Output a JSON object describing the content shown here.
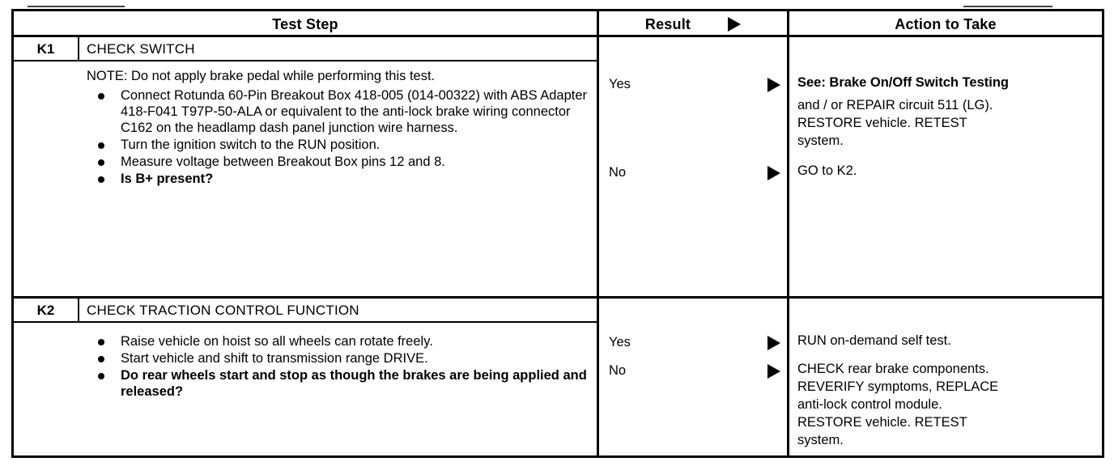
{
  "document": {
    "type": "diagnostic-pinpoint-test-table",
    "columns": {
      "test_step": "Test Step",
      "result": "Result",
      "action": "Action to Take",
      "result_arrow_icon": "solid-right-triangle"
    }
  },
  "rows": [
    {
      "id": "K1",
      "step_id": "K1",
      "title": "CHECK SWITCH",
      "note": "NOTE: Do not apply brake pedal while performing this test.",
      "bullets": [
        {
          "text": "Connect Rotunda 60-Pin Breakout Box 418-005 (014-00322) with ABS Adapter 418-F041 T97P-50-ALA or equivalent to the anti-lock brake wiring connector C162 on the headlamp dash panel junction wire harness.",
          "bold": false
        },
        {
          "text": "Turn the ignition switch to the RUN position.",
          "bold": false
        },
        {
          "text": "Measure voltage between Breakout Box pins 12 and 8.",
          "bold": false
        },
        {
          "text": "Is B+ present?",
          "bold": true
        }
      ],
      "results": [
        {
          "label": "Yes",
          "action_lines": [
            {
              "text": "See: Brake On/Off Switch Testing",
              "emphasis": "See-bold"
            },
            {
              "text": "and / or   REPAIR circuit 511 (LG).",
              "emphasis": "mixed"
            },
            {
              "text": "RESTORE vehicle. RETEST",
              "emphasis": "mixed"
            },
            {
              "text": "system.",
              "emphasis": "plain"
            }
          ]
        },
        {
          "label": "No",
          "action_lines": [
            {
              "text": "GO to K2.",
              "emphasis": "mixed"
            }
          ]
        }
      ]
    },
    {
      "id": "K2",
      "step_id": "K2",
      "title": "CHECK TRACTION CONTROL FUNCTION",
      "note": "",
      "bullets": [
        {
          "text": "Raise vehicle on hoist so all wheels can rotate freely.",
          "bold": false
        },
        {
          "text": "Start vehicle and shift to transmission range DRIVE.",
          "bold": false
        },
        {
          "text": "Do rear wheels start and stop as though the brakes are being applied and released?",
          "bold": true
        }
      ],
      "results": [
        {
          "label": "Yes",
          "action_lines": [
            {
              "text": "RUN on-demand self test.",
              "emphasis": "mixed"
            }
          ]
        },
        {
          "label": "No",
          "action_lines": [
            {
              "text": "CHECK rear brake components.",
              "emphasis": "mixed"
            },
            {
              "text": "REVERIFY symptoms, REPLACE",
              "emphasis": "mixed"
            },
            {
              "text": "anti-lock control module.",
              "emphasis": "plain"
            },
            {
              "text": "RESTORE vehicle. RETEST",
              "emphasis": "mixed"
            },
            {
              "text": "system.",
              "emphasis": "plain"
            }
          ]
        }
      ]
    }
  ],
  "colors": {
    "ink": "#000000",
    "paper": "#ffffff"
  }
}
